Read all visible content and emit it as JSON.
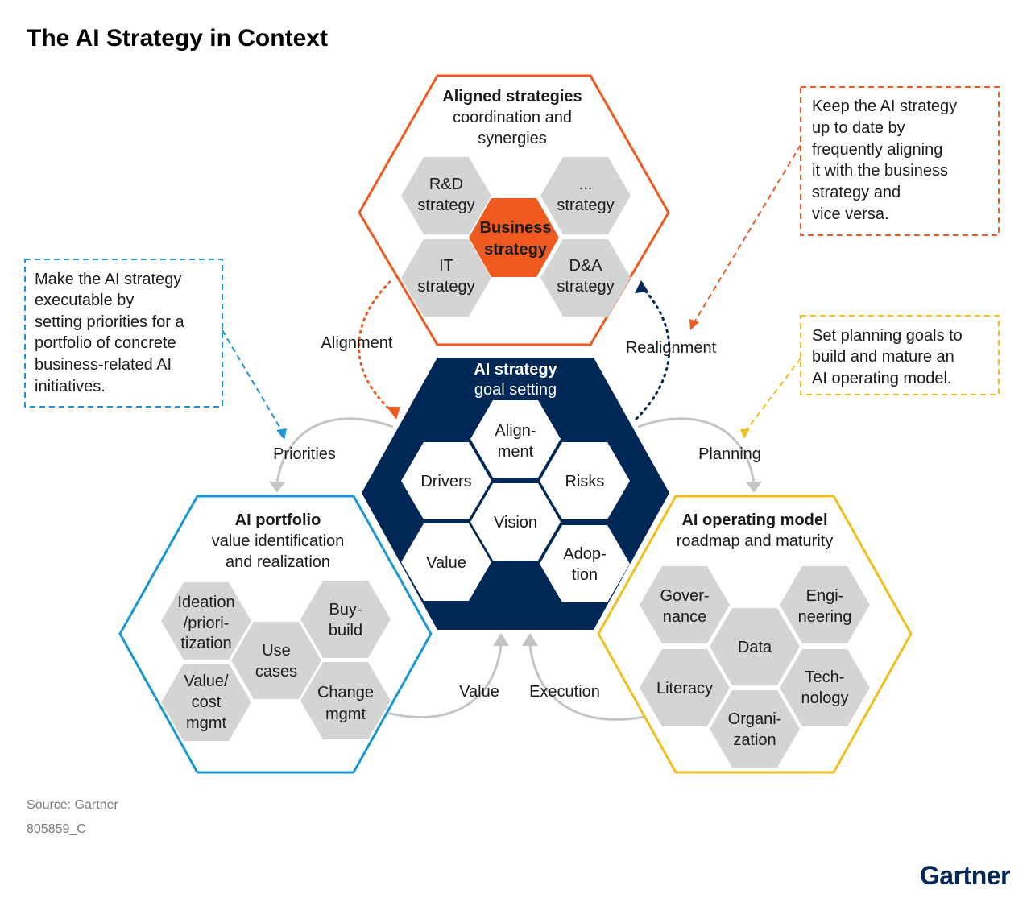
{
  "title": "The AI Strategy in Context",
  "colors": {
    "orange": "#ee5a1f",
    "navy": "#002856",
    "blue": "#1a96d4",
    "yellow": "#f2bd1e",
    "gray_hex": "#d4d4d4",
    "arrow_gray": "#c4c4c4"
  },
  "aligned": {
    "title": "Aligned strategies",
    "subtitle": [
      "coordination and",
      "synergies"
    ],
    "rd": [
      "R&D",
      "strategy"
    ],
    "etc": [
      "...",
      "strategy"
    ],
    "business": [
      "Business",
      "strategy"
    ],
    "it": [
      "IT",
      "strategy"
    ],
    "da": [
      "D&A",
      "strategy"
    ]
  },
  "center": {
    "title": "AI strategy",
    "subtitle": "goal setting",
    "alignment": [
      "Align-",
      "ment"
    ],
    "drivers": "Drivers",
    "risks": "Risks",
    "vision": "Vision",
    "value": "Value",
    "adoption": [
      "Adop-",
      "tion"
    ]
  },
  "portfolio": {
    "title": "AI portfolio",
    "subtitle": [
      "value identification",
      "and realization"
    ],
    "ideation": [
      "Ideation",
      "/priori-",
      "tization"
    ],
    "buybuild": [
      "Buy-",
      "build"
    ],
    "usecases": [
      "Use",
      "cases"
    ],
    "valuecost": [
      "Value/",
      "cost",
      "mgmt"
    ],
    "change": [
      "Change",
      "mgmt"
    ]
  },
  "operating": {
    "title": "AI operating model",
    "subtitle": "roadmap and maturity",
    "governance": [
      "Gover-",
      "nance"
    ],
    "engineering": [
      "Engi-",
      "neering"
    ],
    "data": "Data",
    "literacy": "Literacy",
    "technology": [
      "Tech-",
      "nology"
    ],
    "organization": [
      "Organi-",
      "zation"
    ]
  },
  "flows": {
    "alignment": "Alignment",
    "realignment": "Realignment",
    "priorities": "Priorities",
    "planning": "Planning",
    "value": "Value",
    "execution": "Execution"
  },
  "notes": {
    "left": [
      "Make the AI strategy",
      "executable by",
      "setting priorities for a",
      "portfolio of concrete",
      "business-related AI",
      "initiatives."
    ],
    "right_top": [
      "Keep the AI strategy",
      "up to date by",
      "frequently aligning",
      "it with the business",
      "strategy and",
      "vice versa."
    ],
    "right_mid": [
      "Set planning goals to",
      "build and mature an",
      "AI operating model."
    ]
  },
  "source": "Source: Gartner",
  "code": "805859_C",
  "brand": "Gartner"
}
